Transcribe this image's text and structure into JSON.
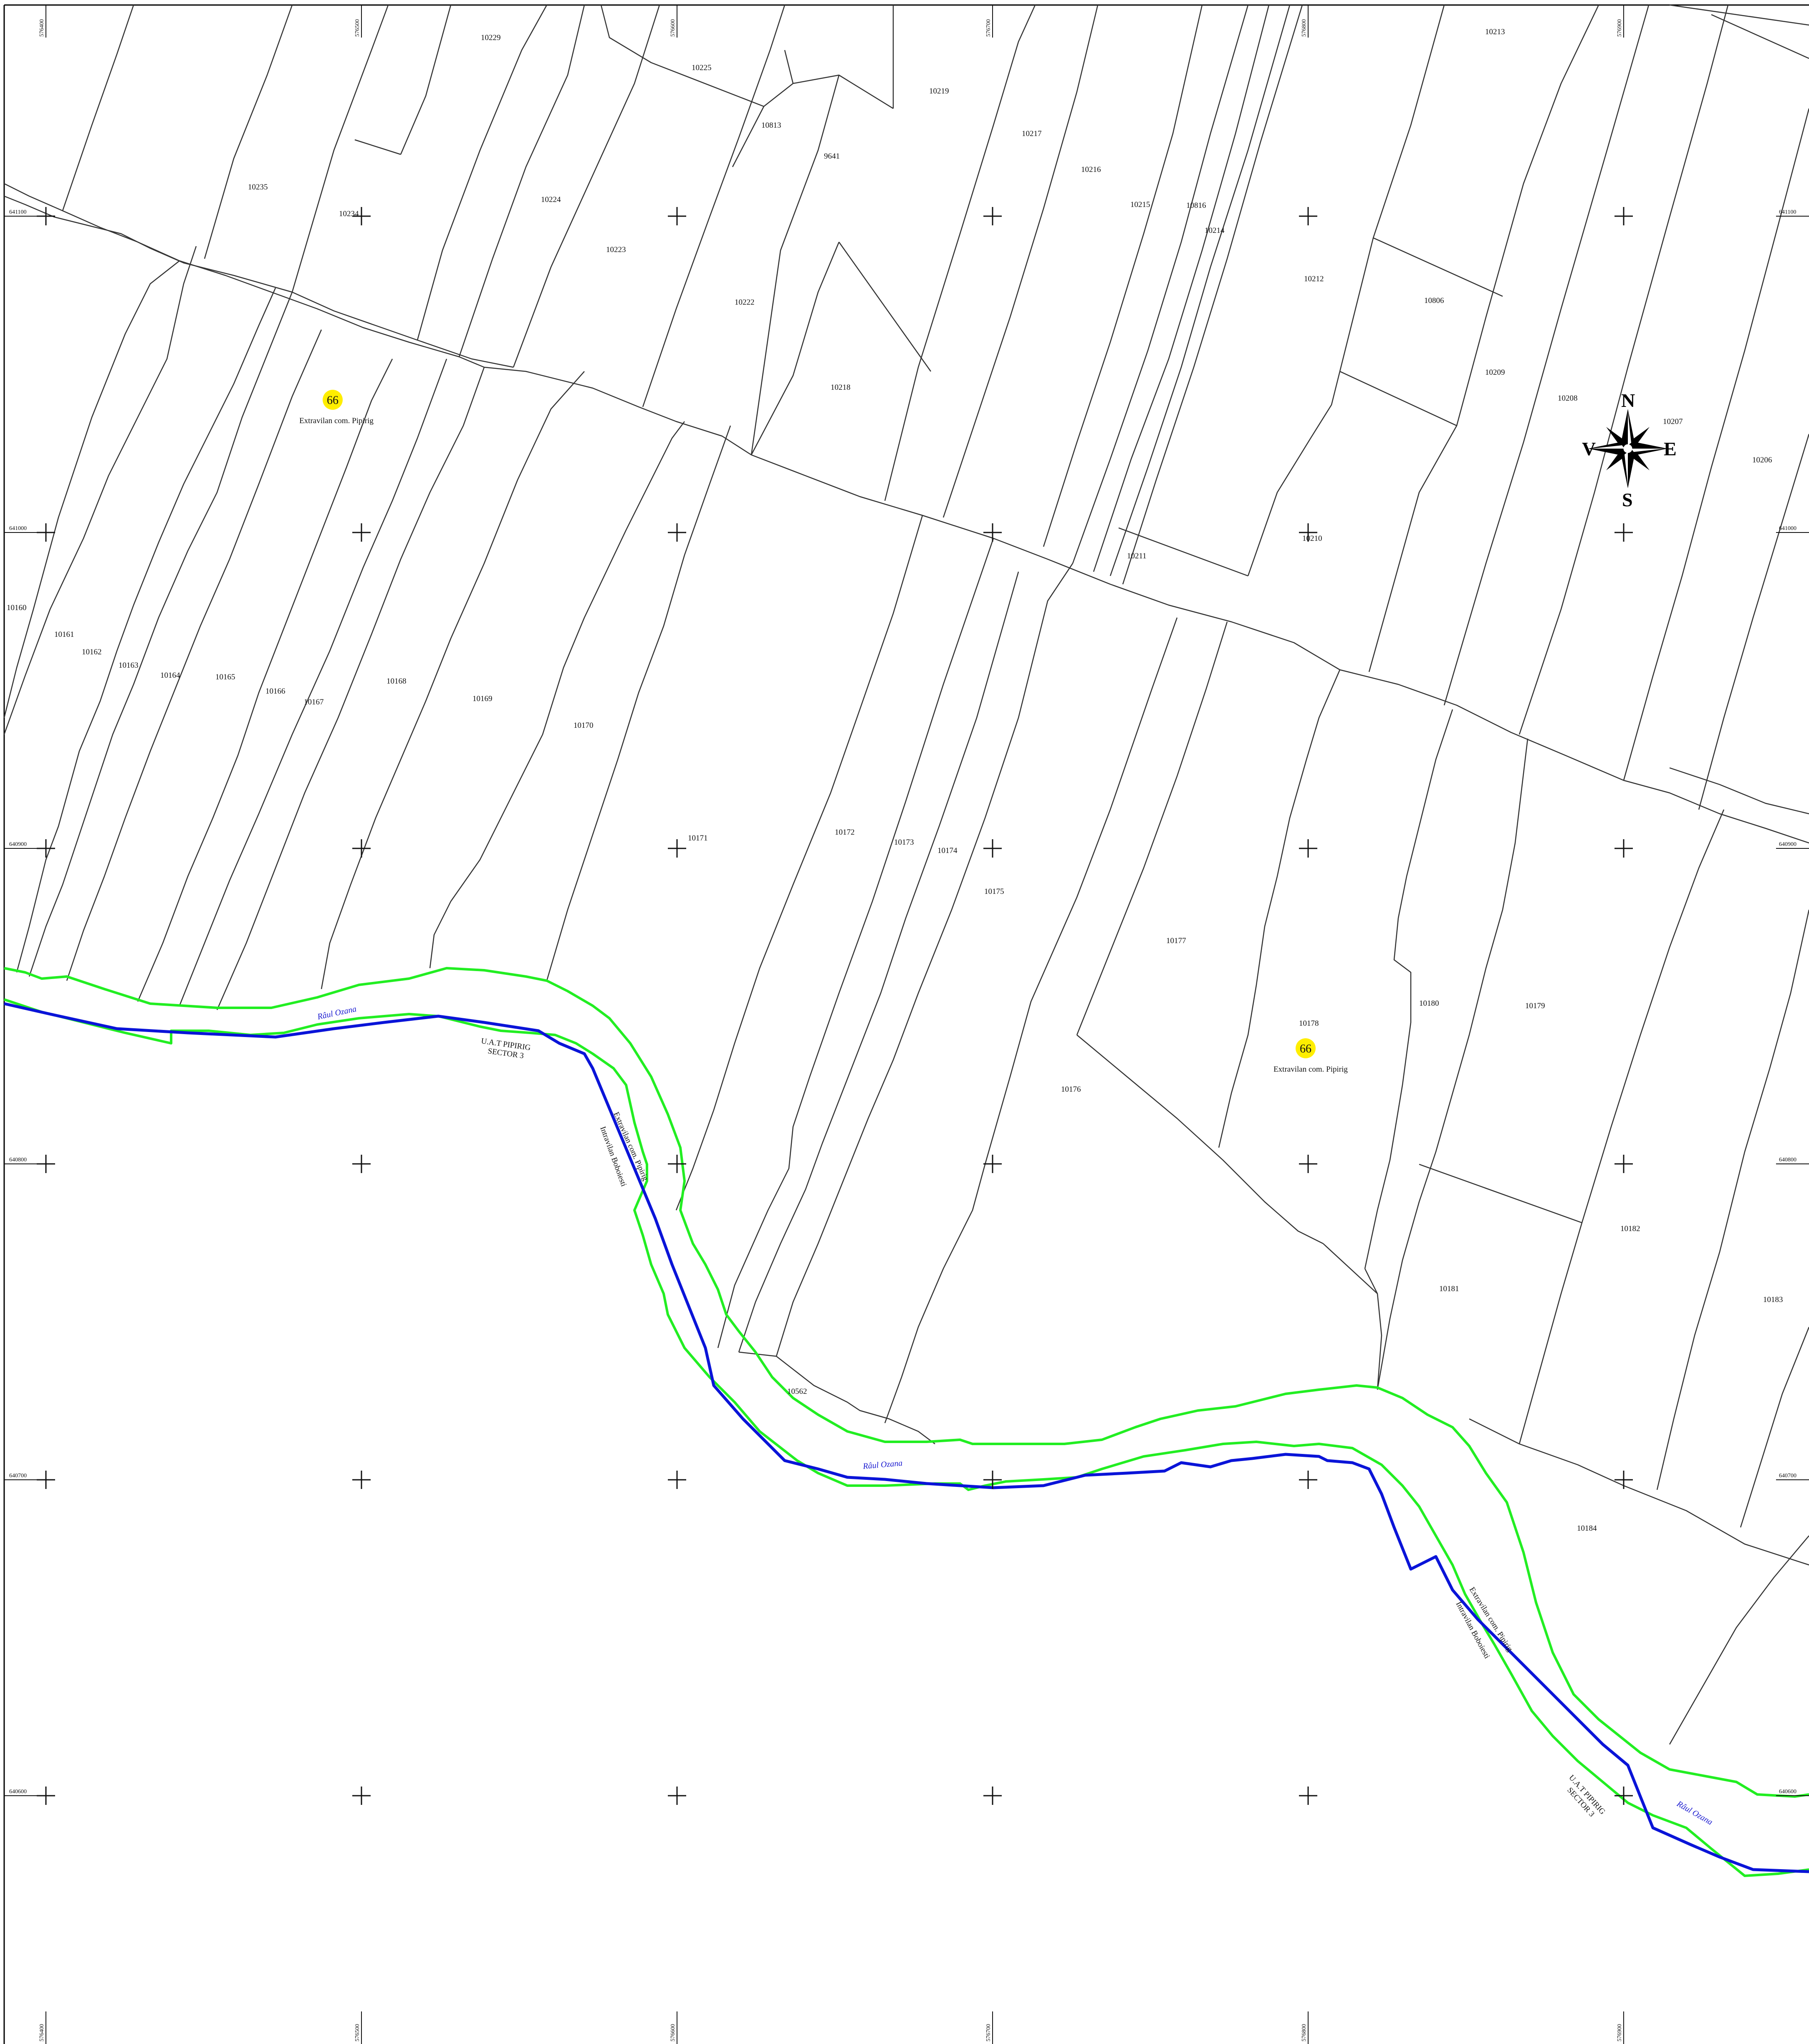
{
  "parcels": [
    {
      "id": "10229"
    },
    {
      "id": "10225"
    },
    {
      "id": "10813"
    },
    {
      "id": "9641"
    },
    {
      "id": "10219"
    },
    {
      "id": "10217"
    },
    {
      "id": "10216"
    },
    {
      "id": "10215"
    },
    {
      "id": "10816"
    },
    {
      "id": "10214"
    },
    {
      "id": "10213"
    },
    {
      "id": "10235"
    },
    {
      "id": "10234"
    },
    {
      "id": "10224"
    },
    {
      "id": "10223"
    },
    {
      "id": "10222"
    },
    {
      "id": "10218"
    },
    {
      "id": "10212"
    },
    {
      "id": "10806"
    },
    {
      "id": "10209"
    },
    {
      "id": "10208"
    },
    {
      "id": "10207"
    },
    {
      "id": "10206"
    },
    {
      "id": "10211"
    },
    {
      "id": "10210"
    },
    {
      "id": "10160"
    },
    {
      "id": "10161"
    },
    {
      "id": "10162"
    },
    {
      "id": "10163"
    },
    {
      "id": "10164"
    },
    {
      "id": "10165"
    },
    {
      "id": "10166"
    },
    {
      "id": "10167"
    },
    {
      "id": "10168"
    },
    {
      "id": "10169"
    },
    {
      "id": "10170"
    },
    {
      "id": "10171"
    },
    {
      "id": "10172"
    },
    {
      "id": "10173"
    },
    {
      "id": "10174"
    },
    {
      "id": "10175"
    },
    {
      "id": "10177"
    },
    {
      "id": "10176"
    },
    {
      "id": "10178"
    },
    {
      "id": "10180"
    },
    {
      "id": "10179"
    },
    {
      "id": "10182"
    },
    {
      "id": "10183"
    },
    {
      "id": "10181"
    },
    {
      "id": "10562"
    },
    {
      "id": "10184"
    }
  ],
  "markers": [
    {
      "number": "66",
      "label": "Extravilan com. Pipirig"
    },
    {
      "number": "66",
      "label": "Extravilan com. Pipirig"
    }
  ],
  "river_labels": [
    "Râul Ozana",
    "Râul Ozana",
    "Râul Ozana"
  ],
  "boundary_labels": {
    "uat_1": [
      "U.A.T PIPIRIG",
      "SECTOR 3"
    ],
    "uat_2": [
      "U.A.T PIPIRIG",
      "SECTOR 3"
    ],
    "extravilan_1": "Extravilan com. Pipirig",
    "intravilan_1": "Intravilan Boboiesti",
    "extravilan_2": "Extravilan com. Pipirig",
    "intravilan_2": "Intravilan Boboiesti"
  },
  "grid": {
    "northings": [
      "641100",
      "641000",
      "640900",
      "640800",
      "640700",
      "640600"
    ],
    "eastings": [
      "576400",
      "576500",
      "576600",
      "576700",
      "576800",
      "576900"
    ]
  },
  "compass": {
    "n": "N",
    "s": "S",
    "e": "E",
    "w": "V"
  },
  "colors": {
    "parcel_line": "#333333",
    "river_line": "#0a14d8",
    "zone_line": "#22ee22",
    "marker_fill": "#ffee00"
  }
}
